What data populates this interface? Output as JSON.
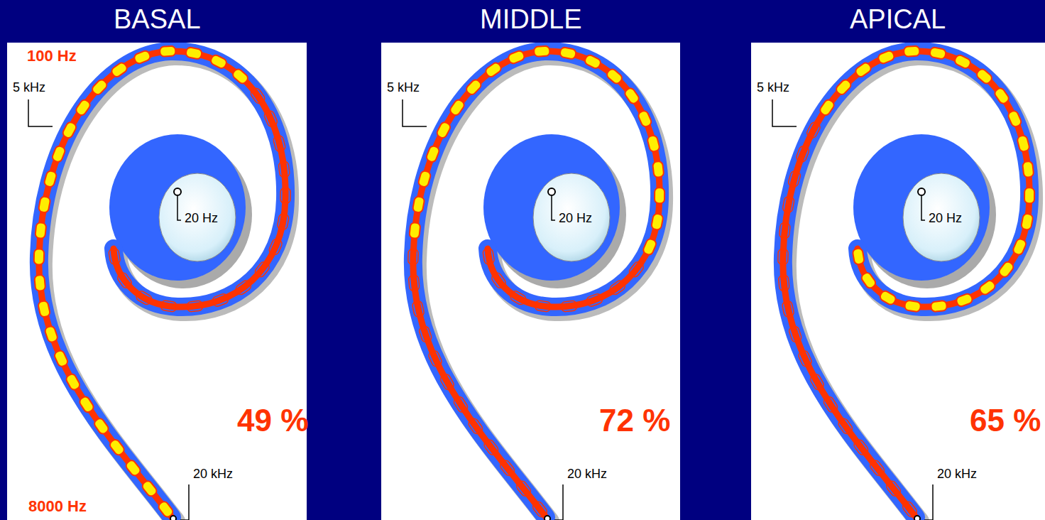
{
  "diagram": {
    "nodes": [
      {
        "text": [
          "BASAL",
          "100 Hz",
          "5 kHz",
          "20 Hz",
          "20 kHz",
          "8000 Hz",
          "49 %"
        ]
      },
      {
        "text": [
          "MIDDLE",
          "5 kHz",
          "20 Hz",
          "20 kHz",
          "72 %"
        ]
      },
      {
        "text": [
          "APICAL",
          "5 kHz",
          "20 Hz",
          "20 kHz",
          "65 %"
        ]
      }
    ]
  }
}
